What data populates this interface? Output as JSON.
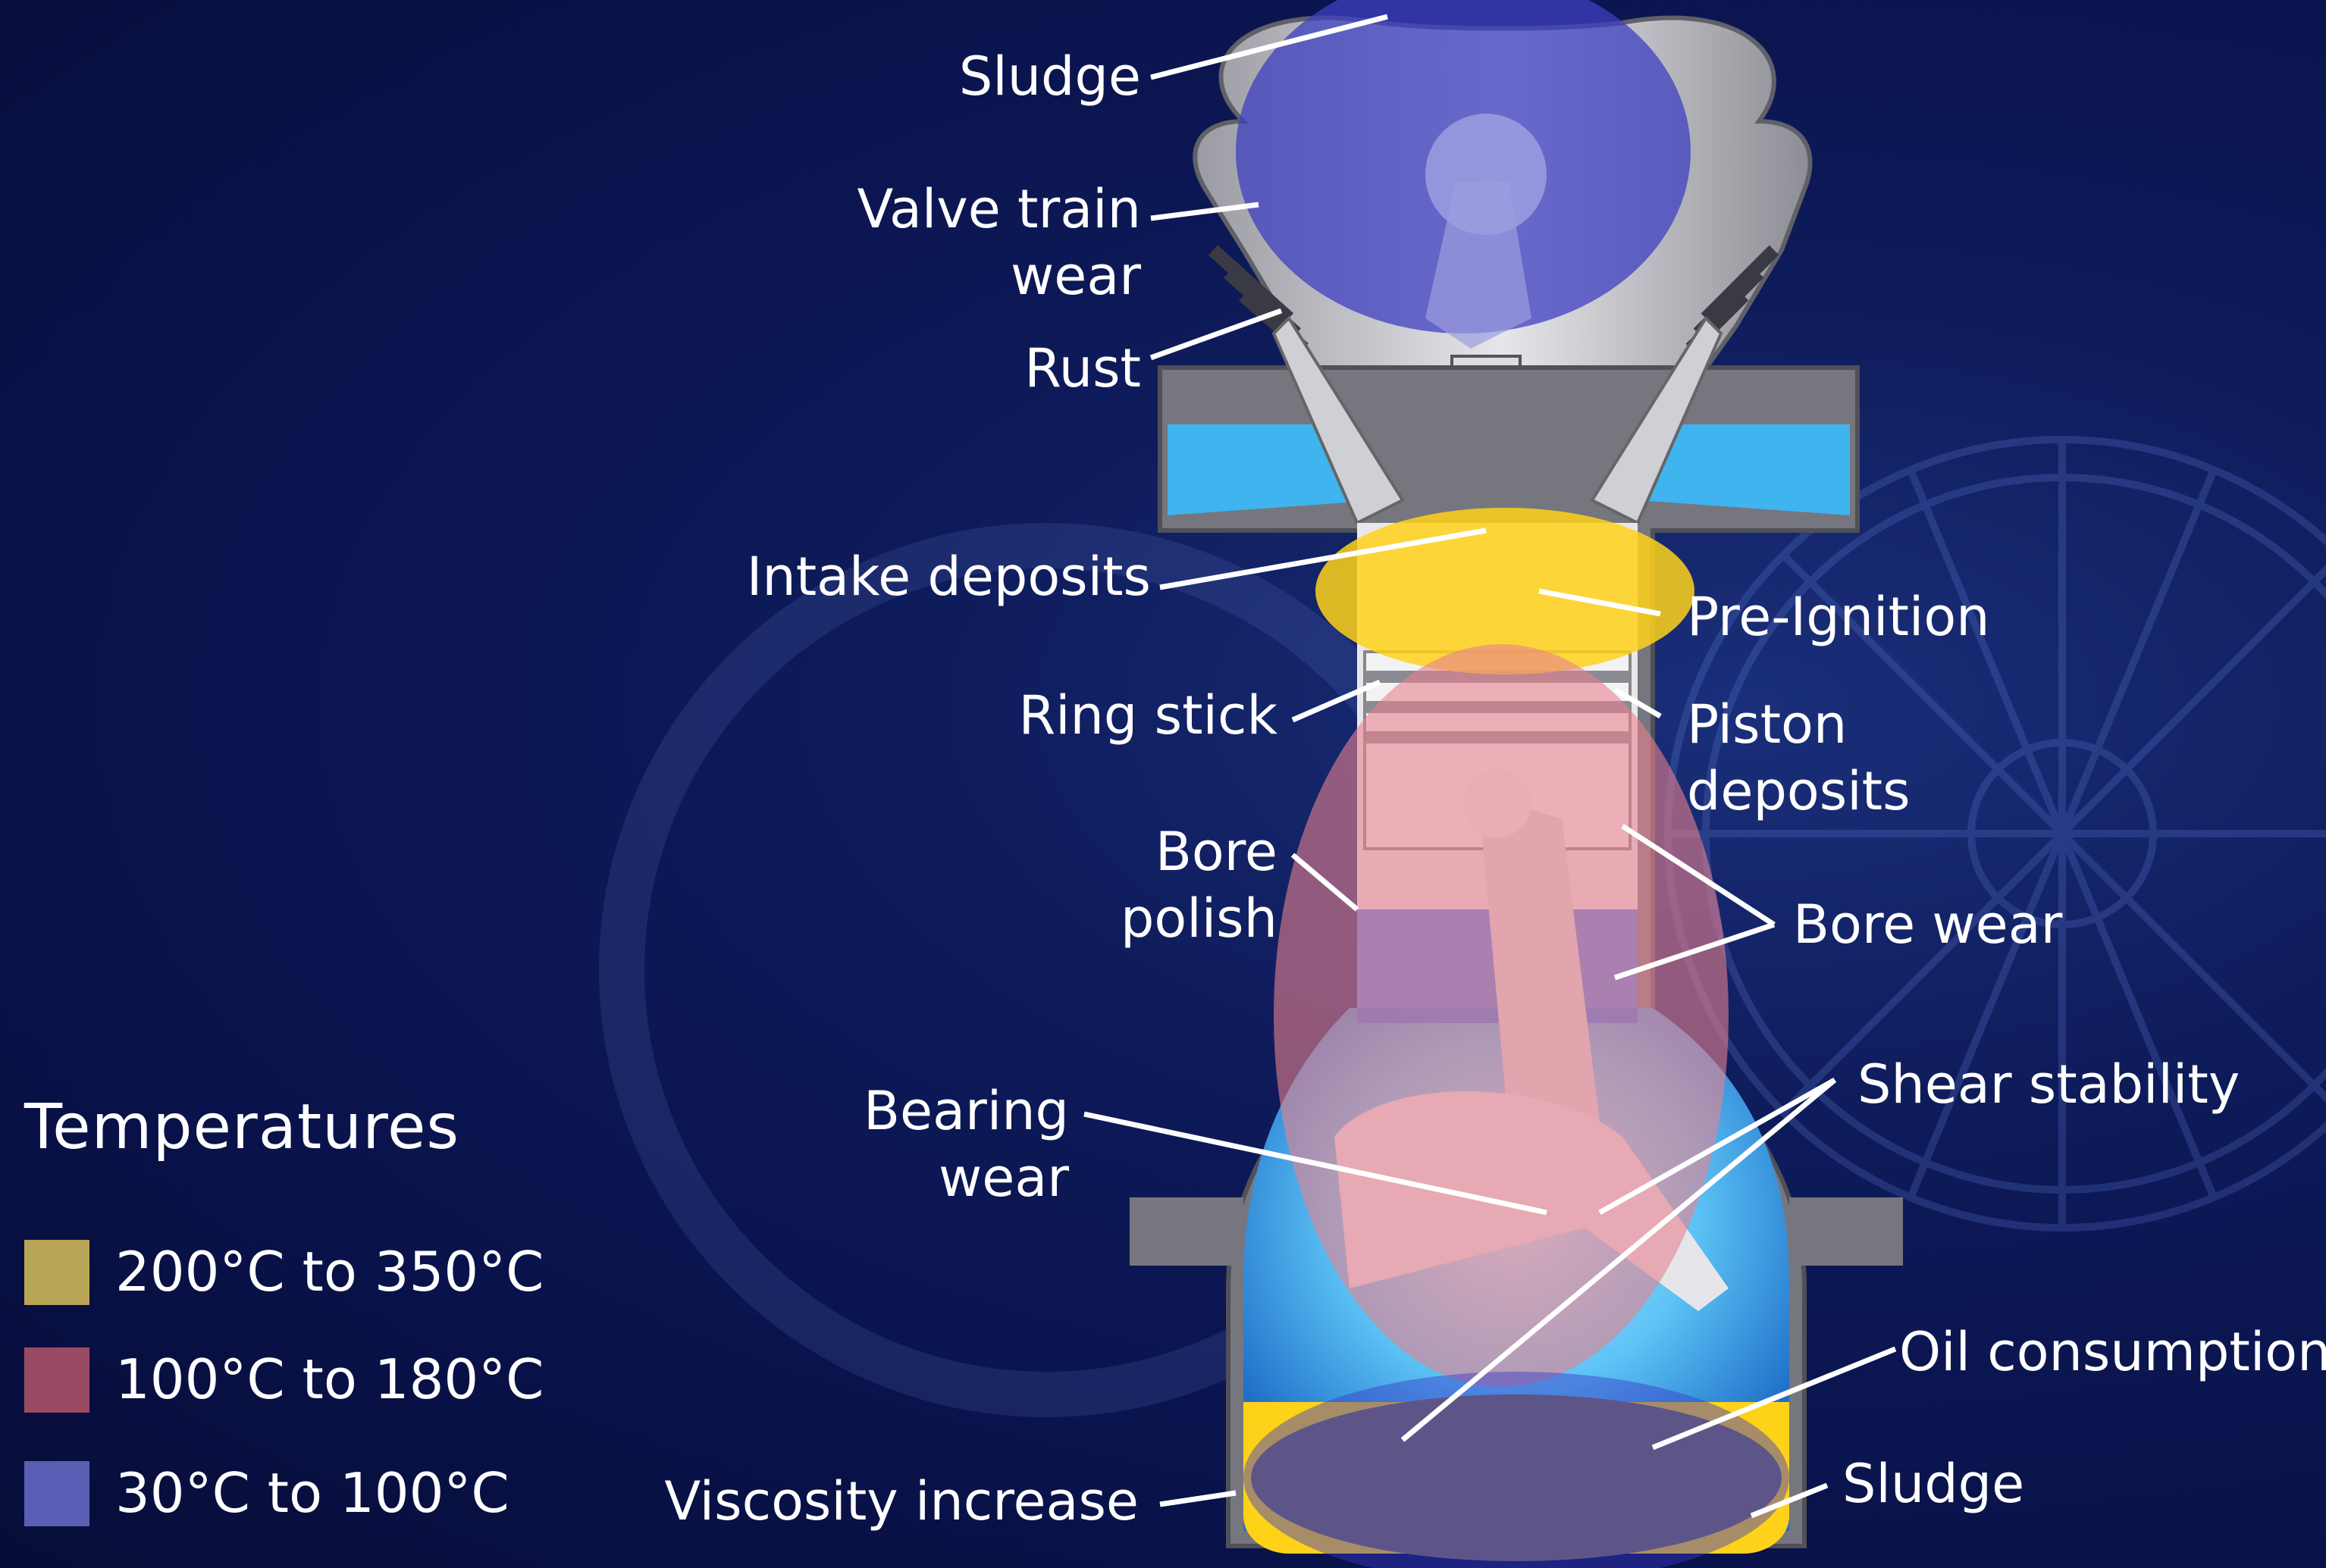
{
  "labels": {
    "sludge_top": "Sludge",
    "valve_train_1": "Valve train",
    "valve_train_2": "wear",
    "rust": "Rust",
    "intake_deposits": "Intake deposits",
    "pre_ignition": "Pre-Ignition",
    "ring_stick": "Ring stick",
    "piston_deposits_1": "Piston",
    "piston_deposits_2": "deposits",
    "bore_polish_1": "Bore",
    "bore_polish_2": "polish",
    "bore_wear": "Bore wear",
    "shear_stability": "Shear stability",
    "bearing_wear_1": "Bearing",
    "bearing_wear_2": "wear",
    "oil_consumption": "Oil consumption",
    "viscosity_increase": "Viscosity increase",
    "sludge_bottom": "Sludge"
  },
  "legend": {
    "title": "Temperatures",
    "items": [
      {
        "label": "200°C to 350°C",
        "color": "#b9a556"
      },
      {
        "label": "100°C to 180°C",
        "color": "#9b4a64"
      },
      {
        "label": "30°C to 100°C",
        "color": "#5a5fb5"
      }
    ]
  },
  "zone_colors": {
    "hot": "#ffd21a",
    "warm": "#e8808e",
    "cool": "#5a5ad6",
    "coolant": "#3fb4ef",
    "metal": "#c9c9cd"
  }
}
